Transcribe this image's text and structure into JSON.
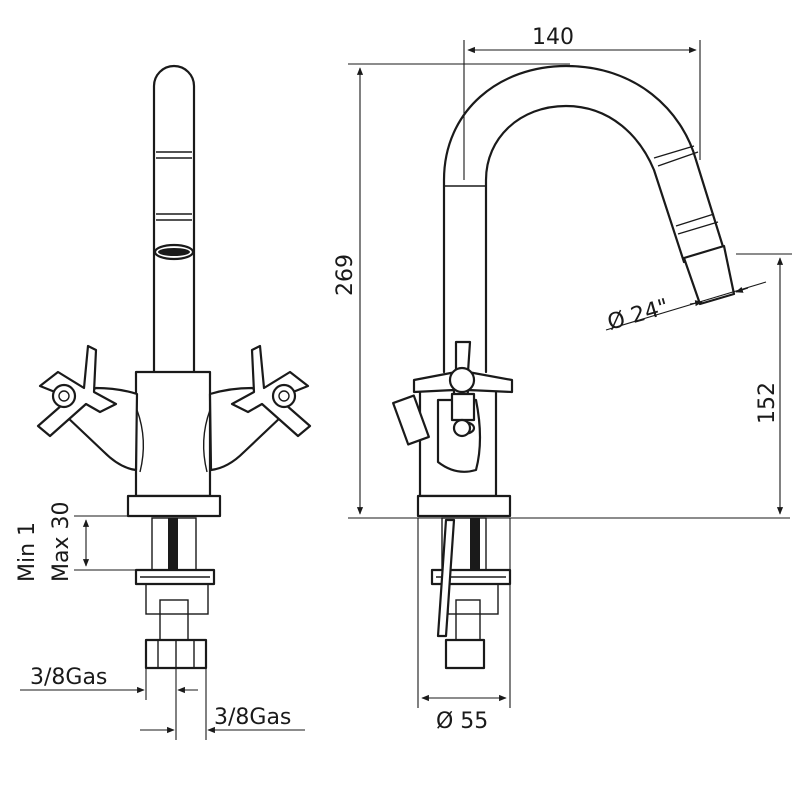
{
  "dimensions": {
    "spout_reach": "140",
    "total_height": "269",
    "outlet_height": "152",
    "outlet_diameter": "Ø 24\"",
    "base_diameter": "Ø 55",
    "deck_thickness": "Min 1\nMax 30",
    "inlet_left": "3/8Gas",
    "inlet_right": "3/8Gas"
  }
}
